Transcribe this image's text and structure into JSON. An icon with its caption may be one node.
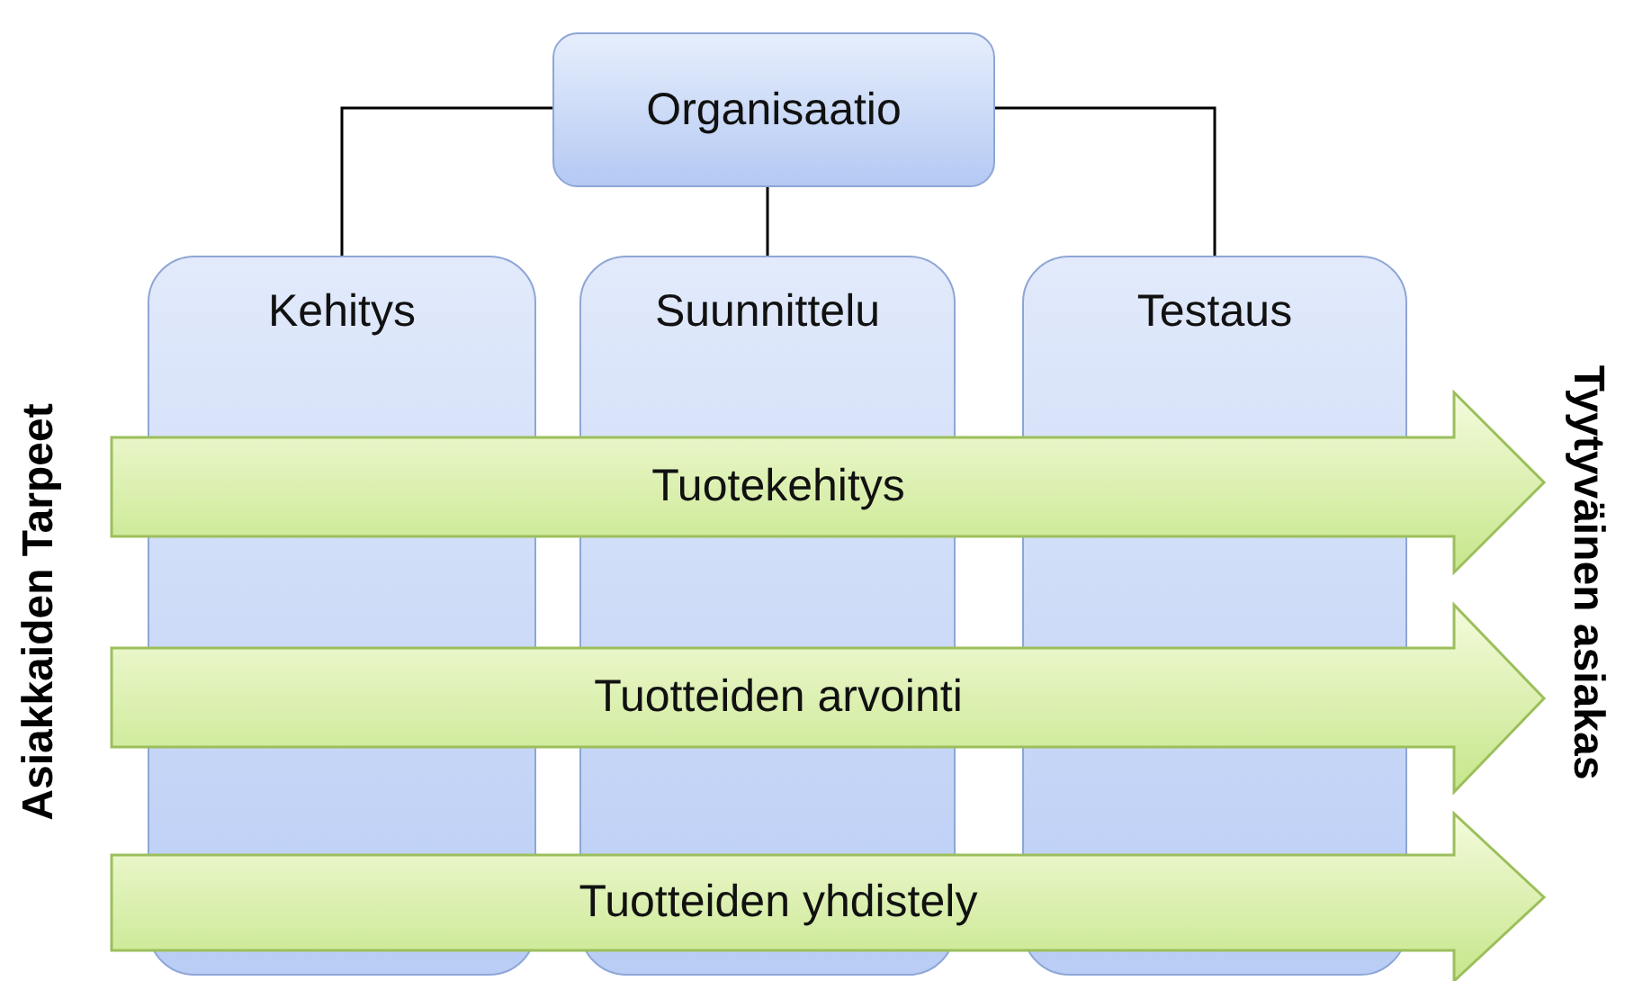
{
  "diagram": {
    "nodes": [
      {
        "text": [
          "Organisaatio"
        ]
      },
      {
        "text": [
          "Kehitys"
        ]
      },
      {
        "text": [
          "Suunnittelu"
        ]
      },
      {
        "text": [
          "Testaus"
        ]
      },
      {
        "text": [
          "Tuotekehitys"
        ]
      },
      {
        "text": [
          "Tuotteiden arvointi"
        ]
      },
      {
        "text": [
          "Tuotteiden yhdistely"
        ]
      }
    ],
    "edges": [
      {
        "from": 0,
        "to": 1,
        "arrow": "none"
      },
      {
        "from": 0,
        "to": 2,
        "arrow": "none"
      },
      {
        "from": 0,
        "to": 3,
        "arrow": "none"
      }
    ],
    "labels": [
      "Asiakkaiden Tarpeet",
      "Tyytyväinen asiakas"
    ]
  }
}
